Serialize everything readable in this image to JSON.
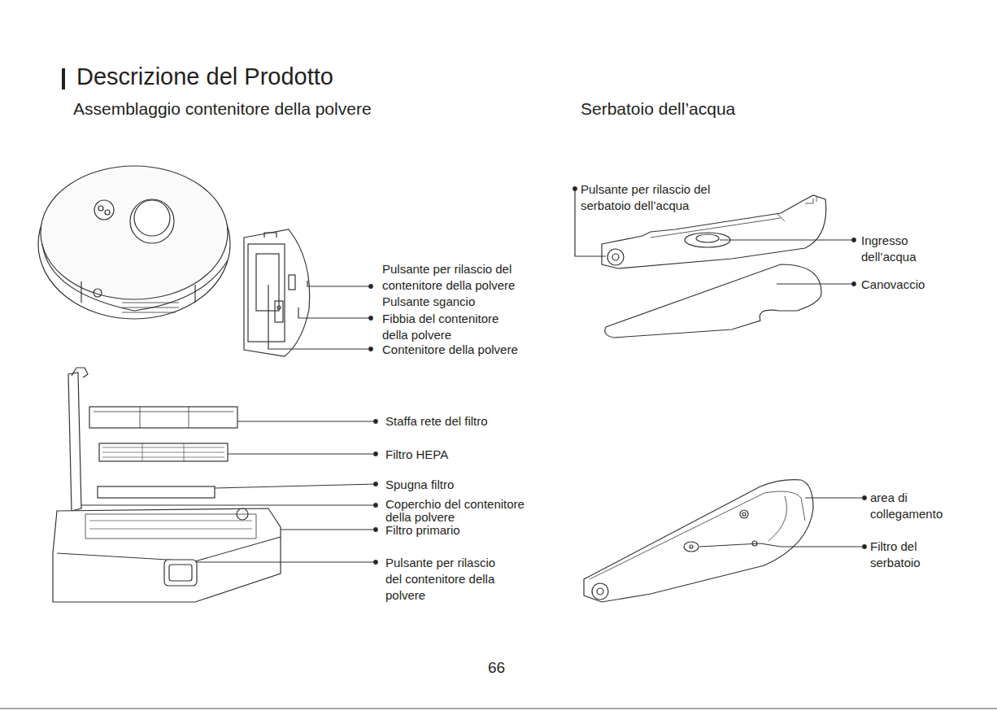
{
  "diagram": {
    "title": "Descrizione del Prodotto",
    "labels": [
      "Assemblaggio contenitore della polvere",
      "Serbatoio dell’acqua",
      "Pulsante per rilascio del contenitore della polvere",
      "Pulsante sgancio",
      "Fibbia del contenitore della polvere",
      "Contenitore della polvere",
      "Staffa rete del filtro",
      "Filtro HEPA",
      "Spugna filtro",
      "Coperchio del contenitore della polvere",
      "Filtro primario",
      "Pulsante per rilascio del contenitore della polvere",
      "Pulsante per rilascio del serbatoio dell’acqua",
      "Ingresso dell’acqua",
      "Canovaccio",
      "area di collegamento",
      "Filtro del serbatoio",
      "66"
    ]
  }
}
